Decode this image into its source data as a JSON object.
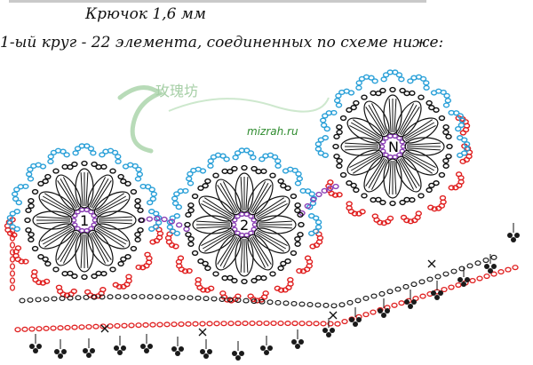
{
  "header": {
    "hook": "Крючок 1,6 мм",
    "instruction": "1-ый круг - 22 элемента, соединенных по  схеме ниже:"
  },
  "watermark": {
    "site": "mizrah.ru",
    "logo_text": "玫瑰坊"
  },
  "motifs": [
    {
      "label": "1"
    },
    {
      "label": "2"
    },
    {
      "label": "N"
    }
  ],
  "colors": {
    "outer_round": "#2aa0d8",
    "connector_round": "#8a3fb5",
    "red_round": "#e02020",
    "stitches": "#111111",
    "watermark_green": "#5fa85f"
  }
}
